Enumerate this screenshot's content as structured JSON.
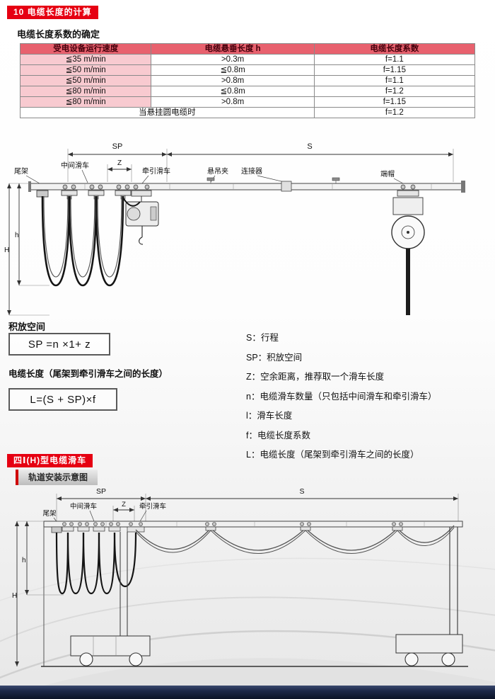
{
  "section1": {
    "badge": "10 电缆长度的计算",
    "heading": "电缆长度系数的确定"
  },
  "table": {
    "headers": [
      "受电设备运行速度",
      "电缆悬垂长度 h",
      "电缆长度系数"
    ],
    "rows": [
      [
        "≦35  m/min",
        ">0.3m",
        "f=1.1"
      ],
      [
        "≦50  m/min",
        "≦0.8m",
        "f=1.15"
      ],
      [
        "≦50  m/min",
        ">0.8m",
        "f=1.1"
      ],
      [
        "≦80  m/min",
        "≦0.8m",
        "f=1.2"
      ],
      [
        "≦80  m/min",
        ">0.8m",
        "f=1.15"
      ]
    ],
    "footer": [
      "当悬挂圆电缆时",
      "f=1.2"
    ]
  },
  "diagram1": {
    "labels": {
      "sp": "SP",
      "s": "S",
      "z": "Z",
      "tail": "尾架",
      "middle": "中间滑车",
      "towing": "牵引滑车",
      "clamp": "悬吊夹",
      "connector": "连接器",
      "endcap": "端帽",
      "H": "H",
      "h": "h"
    }
  },
  "formulas": {
    "space_title": "积放空间",
    "sp": "SP =n ×1+ z",
    "length_title": "电缆长度（尾架到牵引滑车之间的长度）",
    "l": "L=(S + SP)×f"
  },
  "legend": {
    "items": [
      "S：行程",
      "SP：积放空间",
      "Z：空余距离，推荐取一个滑车长度",
      "n：电缆滑车数量（只包括中间滑车和牵引滑车）",
      "l：滑车长度",
      "f：电缆长度系数",
      "L：电缆长度（尾架到牵引滑车之间的长度）"
    ]
  },
  "section2": {
    "badge": "四Ⅰ(H)型电缆滑车",
    "sub_badge": "轨道安装示意图"
  },
  "diagram2": {
    "labels": {
      "sp": "SP",
      "s": "S",
      "z": "Z",
      "tail": "尾架",
      "middle": "中间滑车",
      "towing": "牵引滑车",
      "H": "H",
      "h": "h"
    }
  },
  "colors": {
    "accent_red": "#e60012",
    "table_header_bg": "#e8616e",
    "table_first_col_bg": "#f8cad0",
    "footer_bar": "#141d33"
  }
}
